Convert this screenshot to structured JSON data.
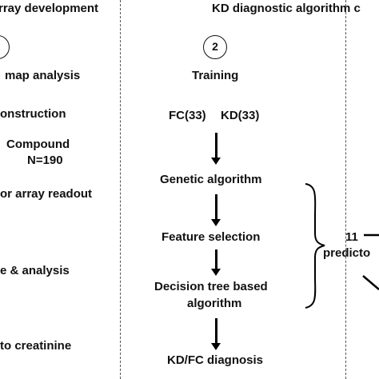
{
  "col1": {
    "heading": "rray development",
    "step_label": "map analysis",
    "items": [
      "onstruction",
      "Compound",
      "N=190",
      "or array readout",
      "e  &  analysis",
      "to creatinine"
    ]
  },
  "col2": {
    "heading": "KD diagnostic algorithm c",
    "step_number": "2",
    "step_label": "Training",
    "input_fc": "FC(33)",
    "input_kd": "KD(33)",
    "steps": [
      "Genetic algorithm",
      "Feature selection",
      "Decision tree based",
      "algorithm",
      "KD/FC diagnosis"
    ]
  },
  "col3": {
    "predictor_count": "11",
    "predictor_label": "predicto"
  }
}
